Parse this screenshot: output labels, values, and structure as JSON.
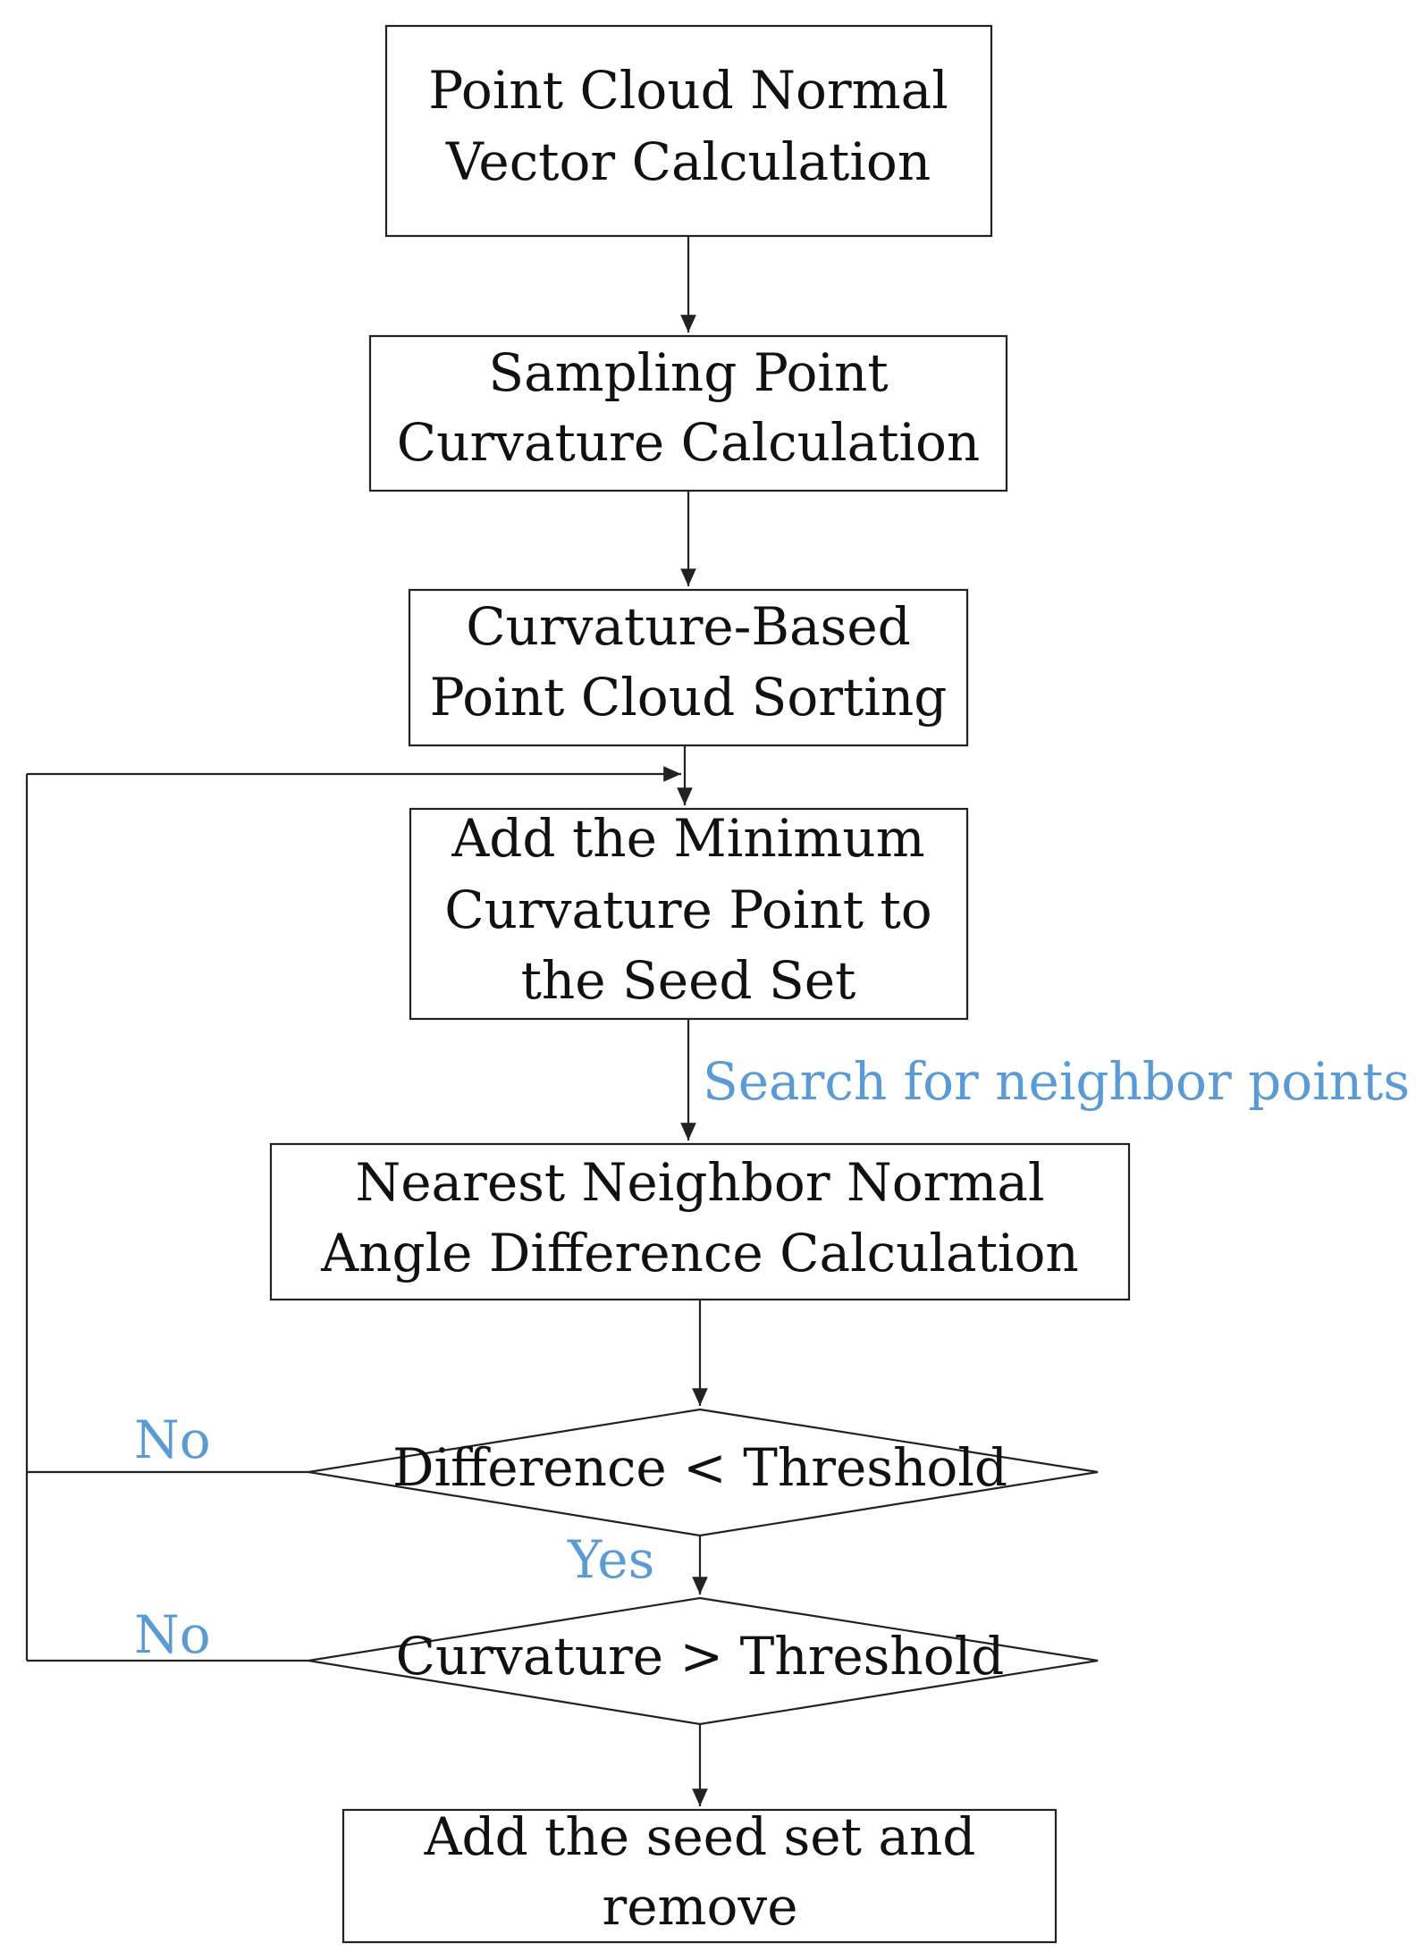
{
  "diagram": {
    "nodes": {
      "normal_vector": {
        "line1": "Point Cloud Normal",
        "line2": "Vector Calculation"
      },
      "curvature_calc": {
        "line1": "Sampling Point",
        "line2": "Curvature Calculation"
      },
      "sorting": {
        "line1": "Curvature-Based",
        "line2": "Point Cloud Sorting"
      },
      "seed_set": {
        "line1": "Add the Minimum",
        "line2": "Curvature Point to",
        "line3": "the Seed Set"
      },
      "angle_diff": {
        "line1": "Nearest Neighbor Normal",
        "line2": "Angle Difference Calculation"
      },
      "difference_check": {
        "text": "Difference < Threshold"
      },
      "curvature_check": {
        "text": "Curvature > Threshold"
      },
      "final": {
        "line1": "Add the seed set and",
        "line2": "remove"
      }
    },
    "edge_labels": {
      "search": "Search for neighbor points",
      "no_difference": "No",
      "yes": "Yes",
      "no_curvature": "No"
    },
    "colors": {
      "line": "#222222",
      "label": "#5b9bd5"
    }
  }
}
